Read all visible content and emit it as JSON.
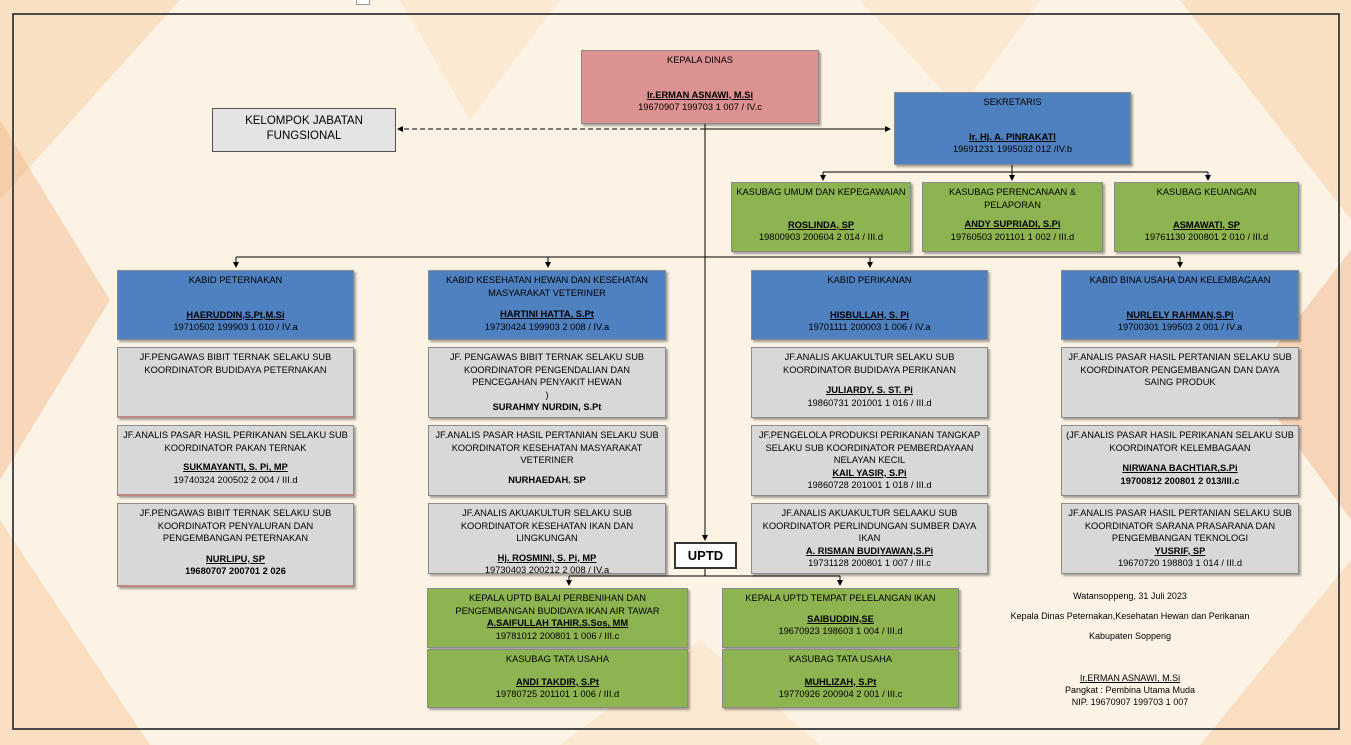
{
  "kepala": {
    "title": "KEPALA DINAS",
    "name": "Ir.ERMAN ASNAWI, M.Si",
    "nip": "19670907 199703 1 007 / IV.c"
  },
  "fungsional": {
    "label": "KELOMPOK JABATAN FUNGSIONAL"
  },
  "sekretaris": {
    "title": "SEKRETARIS",
    "name": "Ir. Hj. A. PINRAKATI",
    "nip": "19691231 1995032 012 /IV.b"
  },
  "kasubag": [
    {
      "title": "KASUBAG UMUM DAN KEPEGAWAIAN",
      "name": "ROSLINDA, SP",
      "nip": "19800903 200604 2 014 / III.d"
    },
    {
      "title": "KASUBAG PERENCANAAN & PELAPORAN",
      "name": "ANDY SUPRIADI, S.Pi",
      "nip": "19760503 201101 1 002 / III.d"
    },
    {
      "title": "KASUBAG KEUANGAN",
      "name": "ASMAWATI, SP",
      "nip": "19761130 200801 2 010 / III.d"
    }
  ],
  "kabid": [
    {
      "title": "KABID PETERNAKAN",
      "name": "HAERUDDIN,S.Pt,M.Si",
      "nip": "19710502 199903 1 010  / IV.a"
    },
    {
      "title": "KABID KESEHATAN HEWAN DAN KESEHATAN MASYARAKAT VETERINER",
      "name": "HARTINI HATTA, S.Pt",
      "nip": "19730424 199903 2 008  / IV.a"
    },
    {
      "title": "KABID PERIKANAN",
      "name": "HISBULLAH, S. Pi",
      "nip": "19701111 200003 1  006  /  IV.a"
    },
    {
      "title": "KABID BINA USAHA DAN KELEMBAGAAN",
      "name": "NURLELY RAHMAN,S.Pi",
      "nip": "19700301 199503 2 001  / IV.a"
    }
  ],
  "jf": [
    [
      {
        "title": "JF.PENGAWAS BIBIT TERNAK SELAKU SUB KOORDINATOR BUDIDAYA PETERNAKAN",
        "name": "",
        "nip": ""
      },
      {
        "title": "JF.ANALIS PASAR HASIL PERIKANAN SELAKU SUB KOORDINATOR  PAKAN TERNAK",
        "name": "SUKMAYANTI, S. Pi, MP",
        "nip": "19740324 200502 2 004 / III.d"
      },
      {
        "title": "JF.PENGAWAS BIBIT TERNAK SELAKU SUB KOORDINATOR  PENYALURAN DAN PENGEMBANGAN PETERNAKAN",
        "name": "NURLIPU, SP",
        "nip": "19680707 200701 2 026"
      }
    ],
    [
      {
        "title": "JF. PENGAWAS BIBIT TERNAK SELAKU SUB KOORDINATOR  PENGENDALIAN DAN PENCEGAHAN PENYAKIT HEWAN",
        "extra": ")",
        "name": "SURAHMY NURDIN, S.Pt",
        "nip": ""
      },
      {
        "title": "JF.ANALIS PASAR HASIL PERTANIAN SELAKU SUB KOORDINATOR  KESEHATAN MASYARAKAT VETERINER",
        "name": "NURHAEDAH. SP",
        "nip": ""
      },
      {
        "title": "JF.ANALIS AKUAKULTUR SELAKU SUB KOORDINATOR KESEHATAN IKAN DAN LINGKUNGAN",
        "name": "Hj. ROSMINI, S. Pi, MP",
        "nip": "19730403 200212 2 008 / IV.a"
      }
    ],
    [
      {
        "title": "JF.ANALIS AKUAKULTUR SELAKU SUB KOORDINATOR  BUDIDAYA PERIKANAN",
        "name": "JULIARDY, S. ST. Pi",
        "nip": "19860731 201001 1 016 / III.d"
      },
      {
        "title": "JF.PENGELOLA PRODUKSI PERIKANAN TANGKAP SELAKU SUB KOORDINATOR  PEMBERDAYAAN NELAYAN KECIL",
        "name": "KAIL YASIR, S.Pi",
        "nip": "19860728 201001 1 018 / III.d"
      },
      {
        "title": "JF.ANALIS AKUAKULTUR SELAAKU SUB KOORDINATOR  PERLINDUNGAN SUMBER DAYA IKAN",
        "name": "A. RISMAN BUDIYAWAN,S.Pi",
        "nip": "19731128 200801 1 007 / III.c"
      }
    ],
    [
      {
        "title": "JF.ANALIS PASAR HASIL PERTANIAN SELAKU SUB KOORDINATOR  PENGEMBANGAN DAN DAYA SAING PRODUK",
        "name": "",
        "nip": ""
      },
      {
        "title": "(JF.ANALIS PASAR HASIL PERIKANAN SELAKU SUB KOORDINATOR  KELEMBAGAAN",
        "name": "NIRWANA BACHTIAR,S.Pi",
        "nip": "19700812 200801 2 013/III.c"
      },
      {
        "title": "JF.ANALIS PASAR HASIL PERTANIAN SELAKU SUB KOORDINATOR  SARANA PRASARANA DAN PENGEMBANGAN TEKNOLOGI",
        "name": "YUSRIF, SP",
        "nip": "19670720 198803 1 014 / III.d"
      }
    ]
  ],
  "uptd": {
    "label": "UPTD"
  },
  "uptd_units": [
    {
      "title": "KEPALA UPTD BALAI PERBENIHAN DAN PENGEMBANGAN BUDIDAYA IKAN AIR TAWAR",
      "name": "A.SAIFULLAH TAHIR,S.Sos, MM",
      "nip": "19781012 200801 1 006 / III.c",
      "sub": {
        "title": "KASUBAG TATA USAHA",
        "name": "ANDI TAKDIR, S.Pt",
        "nip": "19780725 201101 1 006 / III.d"
      }
    },
    {
      "title": "KEPALA UPTD TEMPAT PELELANGAN IKAN",
      "name": "SAIBUDDIN,SE",
      "nip": "19670923 198603 1 004  / III.d",
      "sub": {
        "title": "KASUBAG TATA USAHA",
        "name": "MUHLIZAH, S.Pt",
        "nip": "19770926 200904 2 001 / III.c"
      }
    }
  ],
  "signature": {
    "place_date": "Watansoppeng, 31 Juli  2023",
    "position": "Kepala Dinas Peternakan,Kesehatan Hewan dan Perikanan",
    "region": "Kabupaten Soppeng",
    "name": "Ir.ERMAN ASNAWI, M.Si",
    "rank": "Pangkat : Pembina Utama Muda",
    "nip": "NIP. 19670907 199703 1 007"
  },
  "colors": {
    "pink": "#db9290",
    "blue": "#4f80c0",
    "green": "#8db451",
    "gray": "#d8d8d8"
  }
}
